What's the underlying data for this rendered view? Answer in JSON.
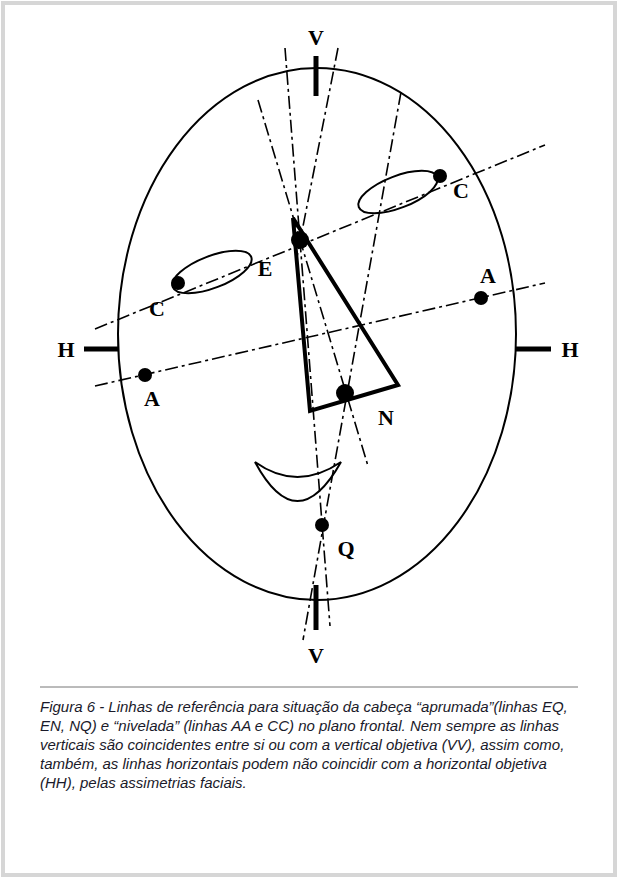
{
  "diagram": {
    "caption": "Figura 6 - Linhas de referência para situação da cabeça “aprumada”(linhas EQ, EN, NQ) e “nivelada” (linhas AA e CC) no plano frontal. Nem sempre as linhas verticais são coincidentes entre si ou com a vertical objetiva (VV), assim como, também, as linhas horizontais podem não coincidir com a horizontal objetiva (HH), pelas assimetrias faciais.",
    "labels": [
      "V",
      "C",
      "C",
      "E",
      "H",
      "A",
      "H",
      "A",
      "N",
      "Q",
      "V"
    ]
  }
}
